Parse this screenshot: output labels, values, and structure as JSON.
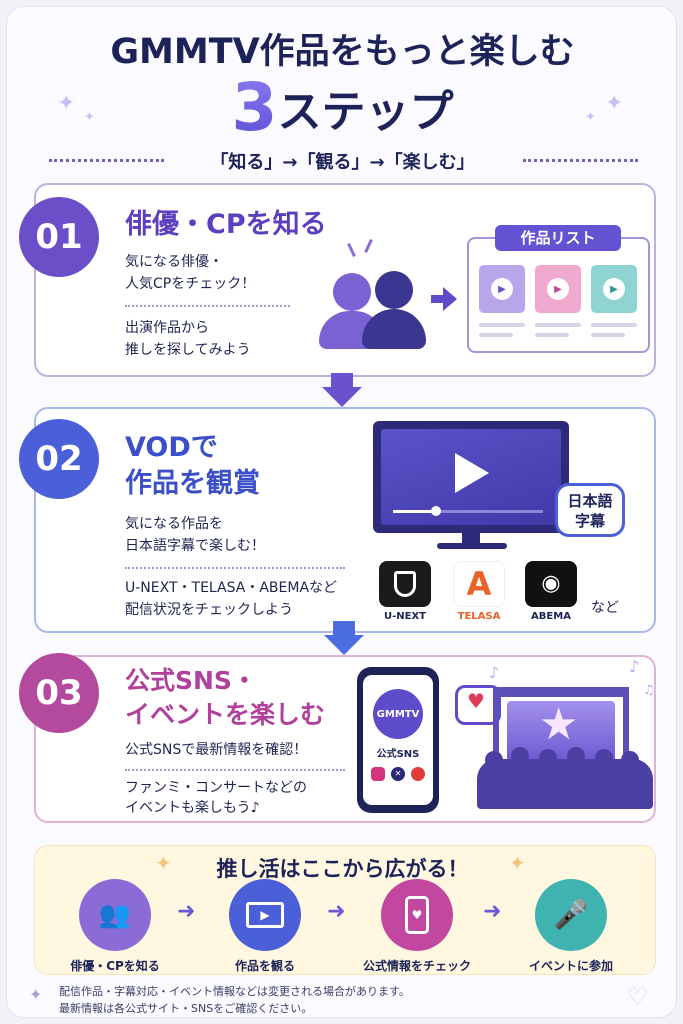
{
  "header": {
    "title": "GMMTV作品をもっと楽しむ",
    "number": "3",
    "word": "ステップ",
    "flow": "「知る」→「観る」→「楽しむ」"
  },
  "steps": [
    {
      "number": "01",
      "title": "俳優・CPを知る",
      "line1": "気になる俳優・",
      "line2": "人気CPをチェック！",
      "line3": "出演作品から",
      "line4": "推しを探してみよう",
      "list_label": "作品リスト",
      "color": "#6a4fc9"
    },
    {
      "number": "02",
      "title1": "VODで",
      "title2": "作品を観賞",
      "line1": "気になる作品を",
      "line2": "日本語字幕で楽しむ！",
      "line3": "U-NEXT・TELASA・ABEMAなど",
      "line4": "配信状況をチェックしよう",
      "bubble1": "日本語",
      "bubble2": "字幕",
      "services": [
        {
          "name": "U-NEXT",
          "mark": "U",
          "bg": "#1b1b1b",
          "fg": "#ffffff"
        },
        {
          "name": "TELASA",
          "mark": "A",
          "bg": "#ffffff",
          "fg": "#e8622a"
        },
        {
          "name": "ABEMA",
          "mark": "◉",
          "bg": "#111111",
          "fg": "#ffffff"
        }
      ],
      "etc": "など",
      "color": "#4a5fd8"
    },
    {
      "number": "03",
      "title1": "公式SNS・",
      "title2": "イベントを楽しむ",
      "line1": "公式SNSで最新情報を確認！",
      "line2": "ファンミ・コンサートなどの",
      "line3": "イベントも楽しもう♪",
      "phone_logo": "GMMTV",
      "phone_label": "公式SNS",
      "color": "#b34a9e"
    }
  ],
  "bottom": {
    "title": "推し活はここから広がる！",
    "items": [
      {
        "label": "俳優・CPを知る",
        "color": "#8b6cd6"
      },
      {
        "label": "作品を観る",
        "color": "#4a5fd8"
      },
      {
        "label": "公式情報をチェック",
        "color": "#c2479f"
      },
      {
        "label": "イベントに参加",
        "color": "#3fb3b0"
      }
    ]
  },
  "notes": {
    "line1": "配信作品・字幕対応・イベント情報などは変更される場合があります。",
    "line2": "最新情報は各公式サイト・SNSをご確認ください。"
  }
}
